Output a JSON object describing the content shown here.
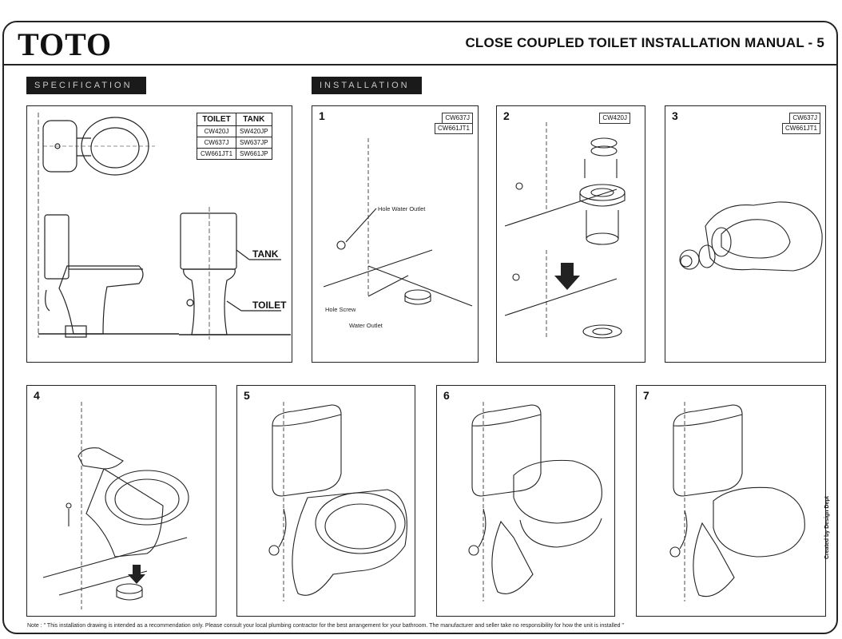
{
  "header": {
    "logo": "TOTO",
    "title": "CLOSE COUPLED TOILET INSTALLATION MANUAL - 5"
  },
  "sections": {
    "specification_label": "SPECIFICATION",
    "installation_label": "INSTALLATION"
  },
  "spec_table": {
    "headers": [
      "TOILET",
      "TANK"
    ],
    "rows": [
      [
        "CW420J",
        "SW420JP"
      ],
      [
        "CW637J",
        "SW637JP"
      ],
      [
        "CW661JT1",
        "SW661JP"
      ]
    ]
  },
  "spec_callouts": {
    "tank": "TANK",
    "toilet": "TOILET"
  },
  "steps": [
    {
      "number": "1",
      "models": [
        "CW637J",
        "CW661JT1"
      ],
      "labels": [
        "Hole Water Outlet",
        "Hole Screw",
        "Water Outlet"
      ]
    },
    {
      "number": "2",
      "models": [
        "CW420J"
      ],
      "labels": []
    },
    {
      "number": "3",
      "models": [
        "CW637J",
        "CW661JT1"
      ],
      "labels": []
    },
    {
      "number": "4",
      "models": [],
      "labels": []
    },
    {
      "number": "5",
      "models": [],
      "labels": []
    },
    {
      "number": "6",
      "models": [],
      "labels": []
    },
    {
      "number": "7",
      "models": [],
      "labels": []
    }
  ],
  "footer": {
    "note": "Note : \" This installation drawing is intended as a recommendation only. Please consult your local plumbing contractor for the best arrangement for your bathroom. The manufacturer and seller take no responsibility for how the unit is installed \"",
    "credit": "Created by Design Dept"
  }
}
